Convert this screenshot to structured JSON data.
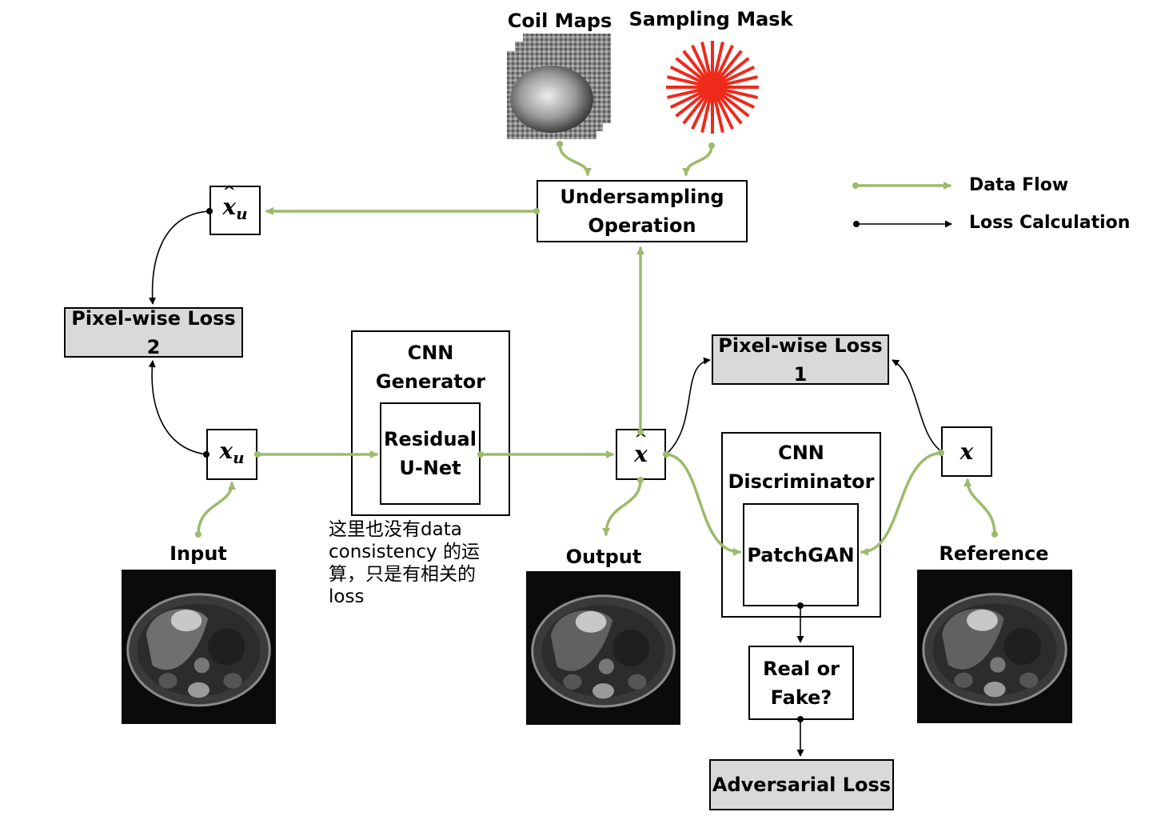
{
  "diagram": {
    "coil_maps_label": "Coil Maps",
    "sampling_mask_label": "Sampling Mask",
    "undersampling": {
      "line1": "Undersampling",
      "line2": "Operation"
    },
    "generator": {
      "line1": "CNN",
      "line2": "Generator",
      "inner1": "Residual",
      "inner2": "U-Net"
    },
    "discriminator": {
      "line1": "CNN",
      "line2": "Discriminator",
      "inner": "PatchGAN"
    },
    "real_or_fake": {
      "line1": "Real or",
      "line2": "Fake?"
    },
    "pixel_loss_1": "Pixel-wise Loss 1",
    "pixel_loss_2": "Pixel-wise Loss 2",
    "adversarial_loss": "Adversarial Loss",
    "nodes": {
      "xu_hat_base": "x",
      "xu_hat_sub": "u",
      "xu_base": "x",
      "xu_sub": "u",
      "x_hat": "x",
      "x": "x"
    },
    "image_labels": {
      "input": "Input",
      "output": "Output",
      "reference": "Reference"
    },
    "annotation": "这里也没有data consistency 的运算，只是有相关的loss"
  },
  "legend": {
    "data_flow": "Data Flow",
    "loss_calc": "Loss Calculation"
  },
  "colors": {
    "data_flow": "#9bbb6b",
    "loss": "#000000",
    "mask": "#ee2a1b",
    "loss_box": "#d9d9d9"
  }
}
